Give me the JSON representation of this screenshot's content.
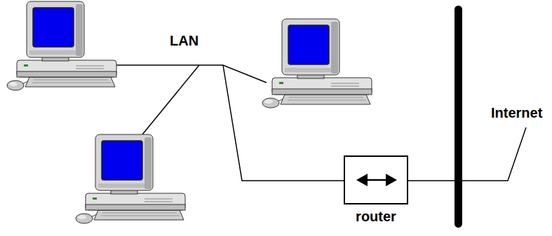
{
  "diagram": {
    "nodes": [
      {
        "text": [
          "router"
        ]
      }
    ],
    "labels": [
      "LAN",
      "Internet"
    ]
  }
}
